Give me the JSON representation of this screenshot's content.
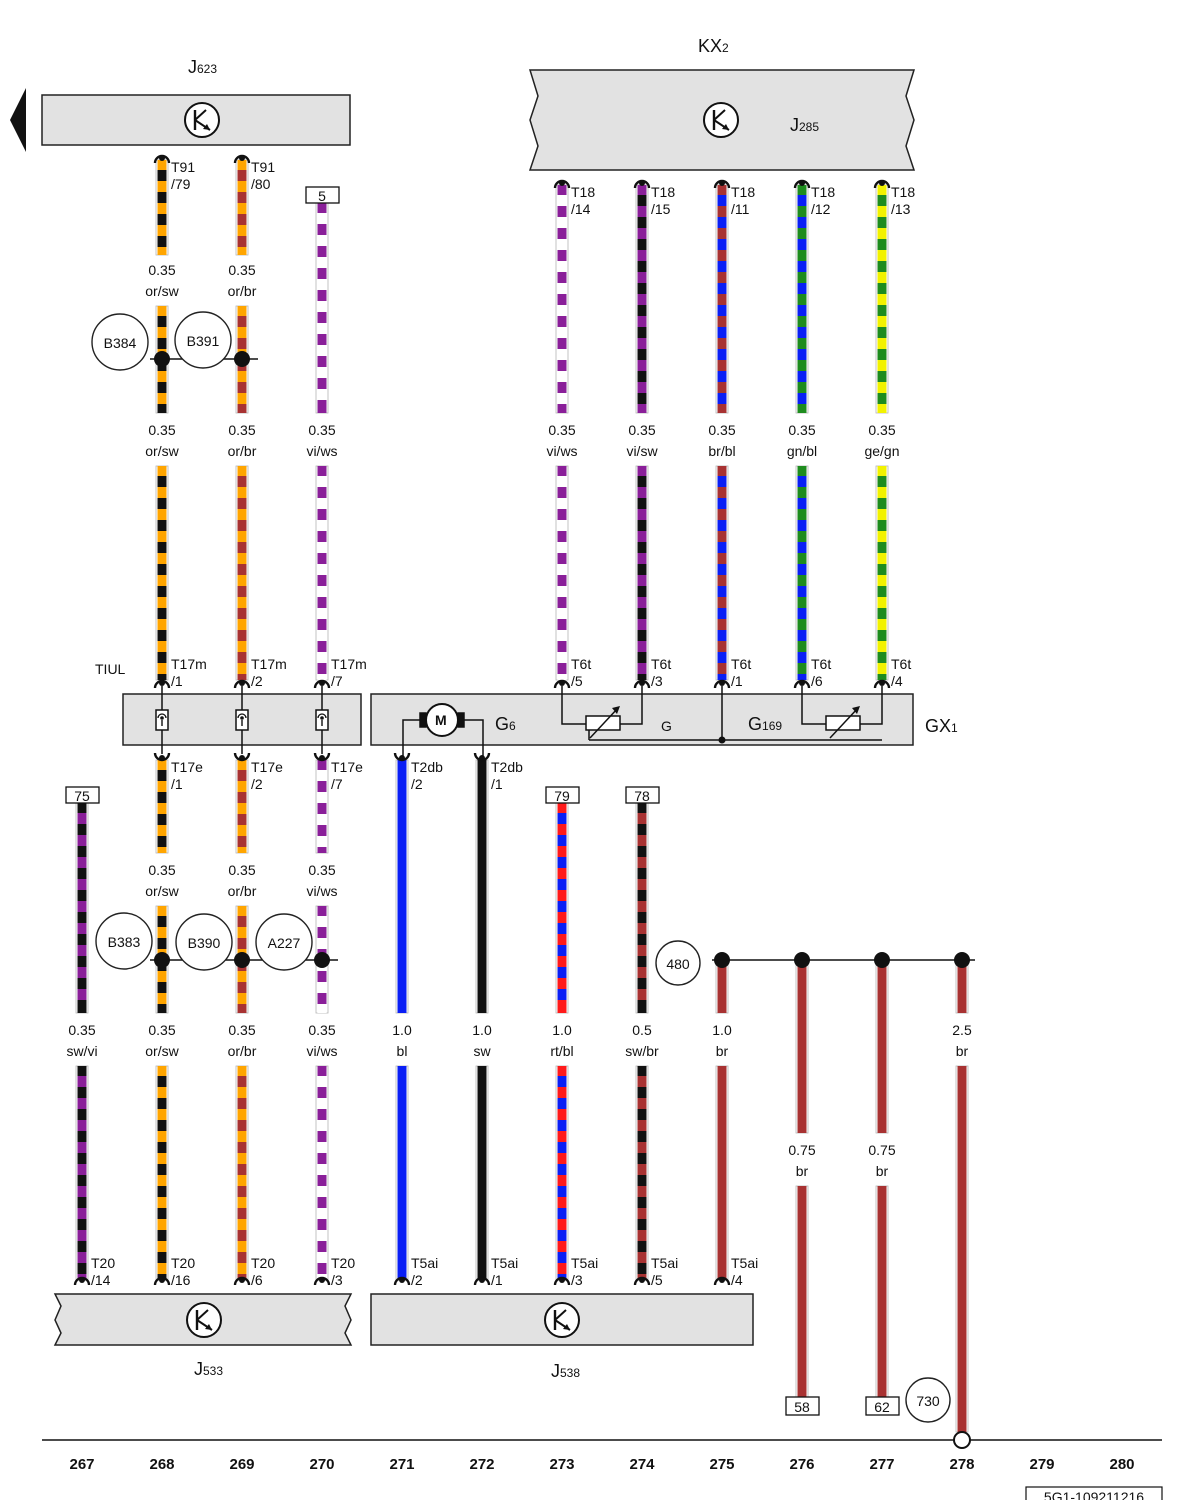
{
  "colors": {
    "or": "#ffa500",
    "sw": "#111111",
    "br": "#a83232",
    "vi": "#8a1f99",
    "ws": "#ffffff",
    "bl": "#0a1ff5",
    "gn": "#1e8c1e",
    "ge": "#f2f200",
    "rt": "#ff1a1a",
    "box_fill": "#e2e2e2"
  },
  "components": {
    "j623": {
      "main": "J",
      "sub": "623"
    },
    "kx2": {
      "main": "KX",
      "sub": "2"
    },
    "j285": {
      "main": "J",
      "sub": "285"
    },
    "tiul": "TIUL",
    "g6": {
      "main": "G",
      "sub": "6"
    },
    "g": "G",
    "g169": {
      "main": "G",
      "sub": "169"
    },
    "gx1": {
      "main": "GX",
      "sub": "1"
    },
    "j533": {
      "main": "J",
      "sub": "533"
    },
    "j538": {
      "main": "J",
      "sub": "538"
    },
    "motor": "M"
  },
  "connectors": {
    "t91_79": {
      "top": "T91",
      "pin": "/79"
    },
    "t91_80": {
      "top": "T91",
      "pin": "/80"
    },
    "t18_14": {
      "top": "T18",
      "pin": "/14"
    },
    "t18_15": {
      "top": "T18",
      "pin": "/15"
    },
    "t18_11": {
      "top": "T18",
      "pin": "/11"
    },
    "t18_12": {
      "top": "T18",
      "pin": "/12"
    },
    "t18_13": {
      "top": "T18",
      "pin": "/13"
    },
    "t17m_1": {
      "top": "T17m",
      "pin": "/1"
    },
    "t17m_2": {
      "top": "T17m",
      "pin": "/2"
    },
    "t17m_7": {
      "top": "T17m",
      "pin": "/7"
    },
    "t6t_5": {
      "top": "T6t",
      "pin": "/5"
    },
    "t6t_3": {
      "top": "T6t",
      "pin": "/3"
    },
    "t6t_1": {
      "top": "T6t",
      "pin": "/1"
    },
    "t6t_6": {
      "top": "T6t",
      "pin": "/6"
    },
    "t6t_4": {
      "top": "T6t",
      "pin": "/4"
    },
    "t17e_1": {
      "top": "T17e",
      "pin": "/1"
    },
    "t17e_2": {
      "top": "T17e",
      "pin": "/2"
    },
    "t17e_7": {
      "top": "T17e",
      "pin": "/7"
    },
    "t2db_2": {
      "top": "T2db",
      "pin": "/2"
    },
    "t2db_1": {
      "top": "T2db",
      "pin": "/1"
    },
    "t20_14": {
      "top": "T20",
      "pin": "/14"
    },
    "t20_16": {
      "top": "T20",
      "pin": "/16"
    },
    "t20_6": {
      "top": "T20",
      "pin": "/6"
    },
    "t20_3": {
      "top": "T20",
      "pin": "/3"
    },
    "t5ai_2": {
      "top": "T5ai",
      "pin": "/2"
    },
    "t5ai_1": {
      "top": "T5ai",
      "pin": "/1"
    },
    "t5ai_3": {
      "top": "T5ai",
      "pin": "/3"
    },
    "t5ai_5": {
      "top": "T5ai",
      "pin": "/5"
    },
    "t5ai_4": {
      "top": "T5ai",
      "pin": "/4"
    }
  },
  "wire_labels": {
    "w268_a": {
      "size": "0.35",
      "color": "or/sw"
    },
    "w269_a": {
      "size": "0.35",
      "color": "or/br"
    },
    "w268_b": {
      "size": "0.35",
      "color": "or/sw"
    },
    "w269_b": {
      "size": "0.35",
      "color": "or/br"
    },
    "w270_b": {
      "size": "0.35",
      "color": "vi/ws"
    },
    "w273_b": {
      "size": "0.35",
      "color": "vi/ws"
    },
    "w274_b": {
      "size": "0.35",
      "color": "vi/sw"
    },
    "w275_b": {
      "size": "0.35",
      "color": "br/bl"
    },
    "w276_b": {
      "size": "0.35",
      "color": "gn/bl"
    },
    "w277_b": {
      "size": "0.35",
      "color": "ge/gn"
    },
    "w268_c": {
      "size": "0.35",
      "color": "or/sw"
    },
    "w269_c": {
      "size": "0.35",
      "color": "or/br"
    },
    "w270_c": {
      "size": "0.35",
      "color": "vi/ws"
    },
    "w267_d": {
      "size": "0.35",
      "color": "sw/vi"
    },
    "w268_d": {
      "size": "0.35",
      "color": "or/sw"
    },
    "w269_d": {
      "size": "0.35",
      "color": "or/br"
    },
    "w270_d": {
      "size": "0.35",
      "color": "vi/ws"
    },
    "w271_d": {
      "size": "1.0",
      "color": "bl"
    },
    "w272_d": {
      "size": "1.0",
      "color": "sw"
    },
    "w273_d": {
      "size": "1.0",
      "color": "rt/bl"
    },
    "w274_d": {
      "size": "0.5",
      "color": "sw/br"
    },
    "w275_d": {
      "size": "1.0",
      "color": "br"
    },
    "w278_d": {
      "size": "2.5",
      "color": "br"
    },
    "w276_e": {
      "size": "0.75",
      "color": "br"
    },
    "w277_e": {
      "size": "0.75",
      "color": "br"
    }
  },
  "splices": {
    "b384": "B384",
    "b391": "B391",
    "b383": "B383",
    "b390": "B390",
    "a227": "A227",
    "s480": "480",
    "s730": "730"
  },
  "refs": {
    "r5": "5",
    "r75": "75",
    "r79": "79",
    "r78": "78",
    "r58": "58",
    "r62": "62"
  },
  "tracks": [
    "267",
    "268",
    "269",
    "270",
    "271",
    "272",
    "273",
    "274",
    "275",
    "276",
    "277",
    "278",
    "279",
    "280"
  ],
  "doc_id": "5G1-109211216"
}
